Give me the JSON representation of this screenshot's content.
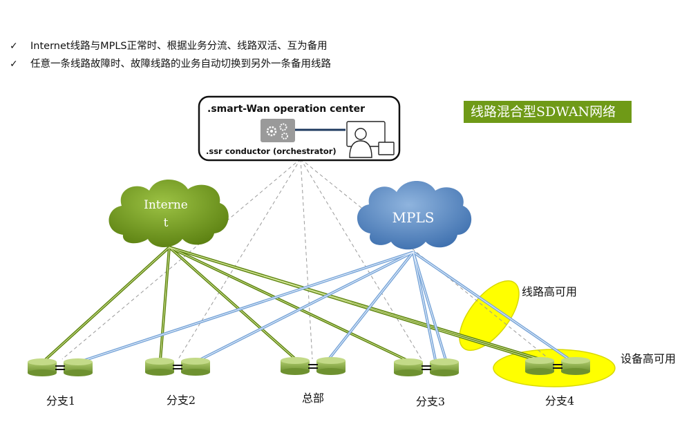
{
  "bullets": [
    "Internet线路与MPLS正常时、根据业务分流、线路双活、互为备用",
    "任意一条线路故障时、故障线路的业务自动切换到另外一条备用线路"
  ],
  "check_glyph": "✓",
  "diagram_title": "线路混合型SDWAN网络",
  "orchestrator": {
    "title": ".smart-Wan operation center",
    "subtitle": ".ssr conductor (orchestrator)",
    "gear_icon": "gears-icon",
    "user_icon": "user-at-monitor-icon"
  },
  "clouds": {
    "internet": {
      "label_line1": "Interne",
      "label_line2": "t",
      "color": "#6f9a17"
    },
    "mpls": {
      "label": "MPLS",
      "color": "#4f81bd"
    }
  },
  "sites": [
    "分支1",
    "分支2",
    "总部",
    "分支3",
    "分支4"
  ],
  "annotations": {
    "link_ha": "线路高可用",
    "device_ha": "设备高可用",
    "highlight_color": "#ffff00"
  },
  "colors": {
    "internet_link": "#6f9a17",
    "mpls_link": "#8db3e2",
    "router": "#8fb04c",
    "dashed_link": "#9a9a9a"
  }
}
